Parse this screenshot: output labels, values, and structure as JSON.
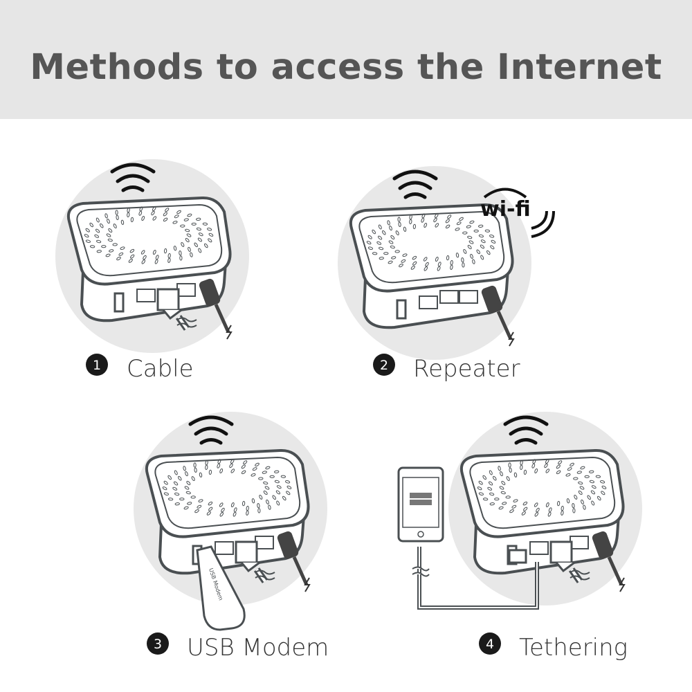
{
  "header": {
    "title": "Methods to access the Internet"
  },
  "colors": {
    "band": "#e6e6e6",
    "title": "#555555",
    "outline": "#4a4f52",
    "circle": "#e8e8e8",
    "badge": "#1a1a1a"
  },
  "methods": [
    {
      "number": "1",
      "label": "Cable",
      "icons": [
        "router-icon",
        "wifi-signal-icon",
        "ethernet-cable-icon",
        "power-plug-icon"
      ]
    },
    {
      "number": "2",
      "label": "Repeater",
      "icons": [
        "router-icon",
        "wifi-signal-icon",
        "wifi-logo-icon",
        "power-plug-icon"
      ],
      "logo_text": "wi-fi"
    },
    {
      "number": "3",
      "label": "USB Modem",
      "icons": [
        "router-icon",
        "wifi-signal-icon",
        "usb-modem-icon",
        "ethernet-cable-icon",
        "power-plug-icon"
      ],
      "device_text": "USB Modem"
    },
    {
      "number": "4",
      "label": "Tethering",
      "icons": [
        "router-icon",
        "wifi-signal-icon",
        "smartphone-icon",
        "usb-cable-icon",
        "ethernet-cable-icon",
        "power-plug-icon"
      ]
    }
  ]
}
